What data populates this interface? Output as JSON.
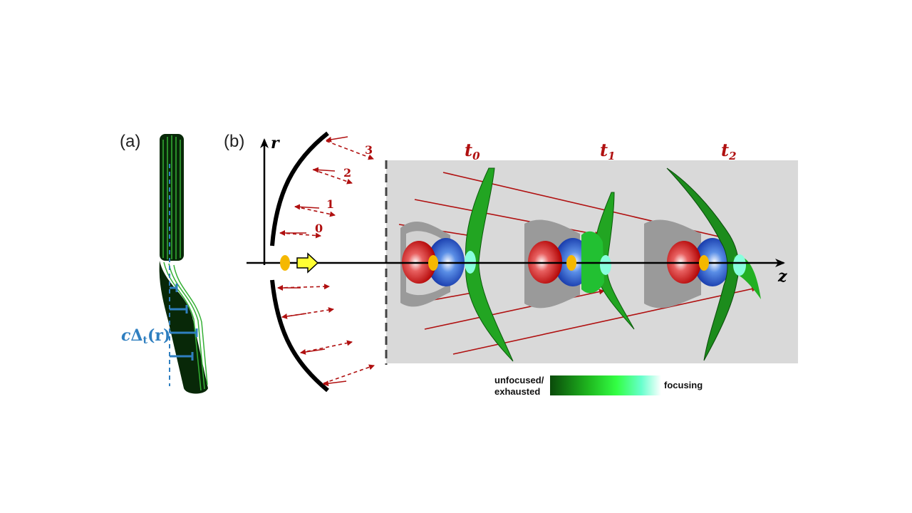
{
  "panel_a": {
    "label": "(a)",
    "delay_label_prefix": "c",
    "delay_label_core": "Δ",
    "delay_label_sub": "t",
    "delay_label_arg": "(r)"
  },
  "panel_b": {
    "label": "(b)",
    "axis_r": "r",
    "axis_z": "z",
    "ray_labels": [
      "3",
      "2",
      "1",
      "0"
    ],
    "time_labels": [
      {
        "base": "t",
        "sub": "0"
      },
      {
        "base": "t",
        "sub": "1"
      },
      {
        "base": "t",
        "sub": "2"
      }
    ]
  },
  "colorbar": {
    "left_line1": "unfocused/",
    "left_line2": "exhausted",
    "right": "focusing",
    "stops": [
      "#0a4a0a",
      "#1fb81f",
      "#33ff44",
      "#66ffcc",
      "#ffffff"
    ]
  },
  "colors": {
    "ray": "#b01010",
    "delay_blue": "#2f7fc0",
    "panel_bg": "#d9d9d9",
    "driver_dot": "#f5b800",
    "arrow_fill": "#ffff33"
  }
}
